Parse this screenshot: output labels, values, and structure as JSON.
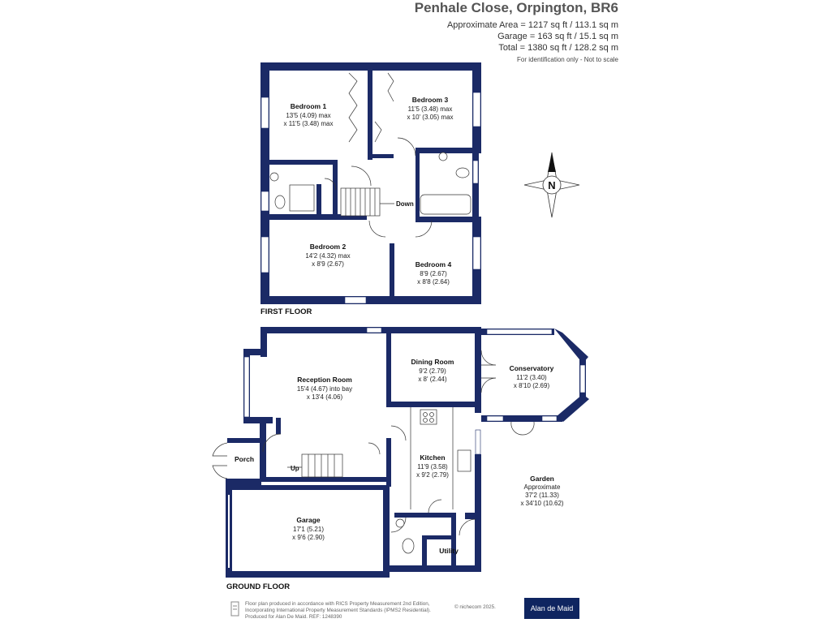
{
  "header": {
    "title": "Penhale Close, Orpington, BR6",
    "area_total": "Approximate Area = 1217 sq ft / 113.1 sq m",
    "area_garage": "Garage = 163 sq ft / 15.1 sq m",
    "area_grand": "Total = 1380 sq ft / 128.2 sq m",
    "note": "For identification only - Not to scale"
  },
  "compass": {
    "label": "N"
  },
  "first_floor": {
    "label": "FIRST FLOOR",
    "rooms": {
      "bed1": {
        "name": "Bedroom 1",
        "d1": "13'5 (4.09) max",
        "d2": "x 11'5 (3.48) max"
      },
      "bed3": {
        "name": "Bedroom 3",
        "d1": "11'5 (3.48) max",
        "d2": "x 10' (3.05) max"
      },
      "bed2": {
        "name": "Bedroom 2",
        "d1": "14'2 (4.32) max",
        "d2": "x 8'9 (2.67)"
      },
      "bed4": {
        "name": "Bedroom 4",
        "d1": "8'9 (2.67)",
        "d2": "x 8'8 (2.64)"
      }
    },
    "stairs": "Down"
  },
  "ground_floor": {
    "label": "GROUND FLOOR",
    "rooms": {
      "reception": {
        "name": "Reception Room",
        "d1": "15'4 (4.67) into bay",
        "d2": "x 13'4 (4.06)"
      },
      "dining": {
        "name": "Dining Room",
        "d1": "9'2 (2.79)",
        "d2": "x 8' (2.44)"
      },
      "conservatory": {
        "name": "Conservatory",
        "d1": "11'2 (3.40)",
        "d2": "x 8'10 (2.69)"
      },
      "kitchen": {
        "name": "Kitchen",
        "d1": "11'9 (3.58)",
        "d2": "x 9'2 (2.79)"
      },
      "garage": {
        "name": "Garage",
        "d1": "17'1 (5.21)",
        "d2": "x 9'6 (2.90)"
      },
      "porch": {
        "name": "Porch"
      },
      "utility": {
        "name": "Utility"
      },
      "garden": {
        "name": "Garden",
        "d1": "Approximate",
        "d2": "37'2 (11.33)",
        "d3": "x 34'10 (10.62)"
      }
    },
    "stairs": "Up"
  },
  "footer": {
    "line1": "Floor plan produced in accordance with RICS Property Measurement 2nd Edition,",
    "line2": "Incorporating International Property Measurement Standards (IPMS2 Residential).",
    "line3": "Produced for Alan De Maid.   REF: 1248390",
    "credit": "© nichecom 2025.",
    "brand": "Alan de Maid"
  },
  "colors": {
    "wall": "#1b2a66",
    "brand_bg": "#0f2560"
  }
}
